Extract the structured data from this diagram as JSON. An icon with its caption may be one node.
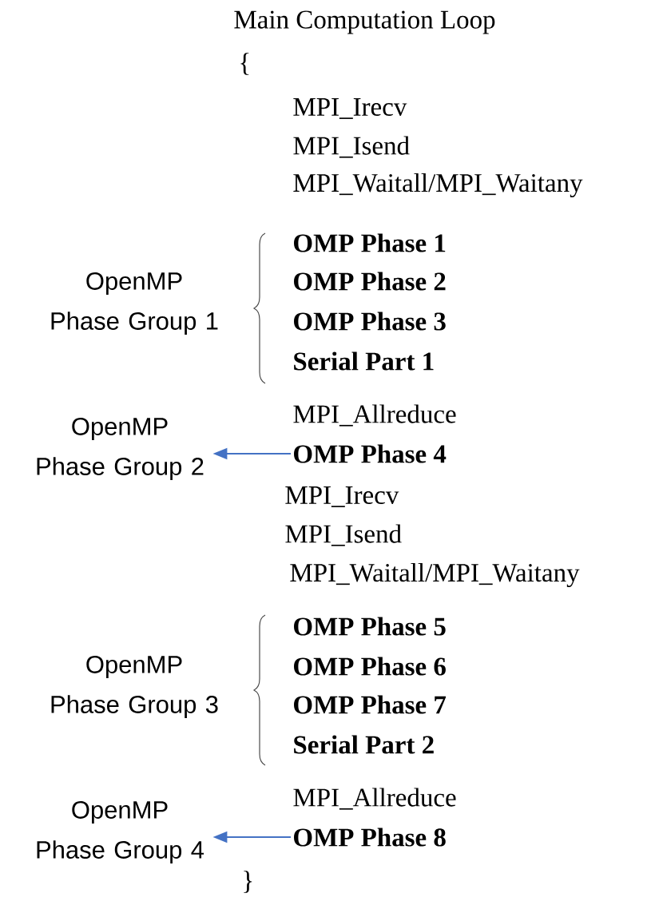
{
  "diagram": {
    "nodes": [
      {
        "text": [
          "OMP Phase 4"
        ]
      },
      {
        "text": [
          "OpenMP Phase Group 2"
        ]
      },
      {
        "text": [
          "OMP Phase 8"
        ]
      },
      {
        "text": [
          "OpenMP Phase Group 4"
        ]
      }
    ],
    "edges": [
      {
        "from": 0,
        "to": 1,
        "arrow": "to"
      },
      {
        "from": 2,
        "to": 3,
        "arrow": "to"
      }
    ],
    "labels": [
      "Main Computation Loop",
      "{",
      "MPI_Irecv",
      "MPI_Isend",
      "MPI_Waitall/MPI_Waitany",
      "OpenMP Phase Group 1",
      "OMP Phase 1",
      "OMP Phase 2",
      "OMP Phase 3",
      "Serial Part 1",
      "MPI_Allreduce",
      "MPI_Irecv",
      "MPI_Isend",
      "MPI_Waitall/MPI_Waitany",
      "OpenMP Phase Group 3",
      "OMP Phase 5",
      "OMP Phase 6",
      "OMP Phase 7",
      "Serial Part 2",
      "MPI_Allreduce",
      "}"
    ]
  }
}
